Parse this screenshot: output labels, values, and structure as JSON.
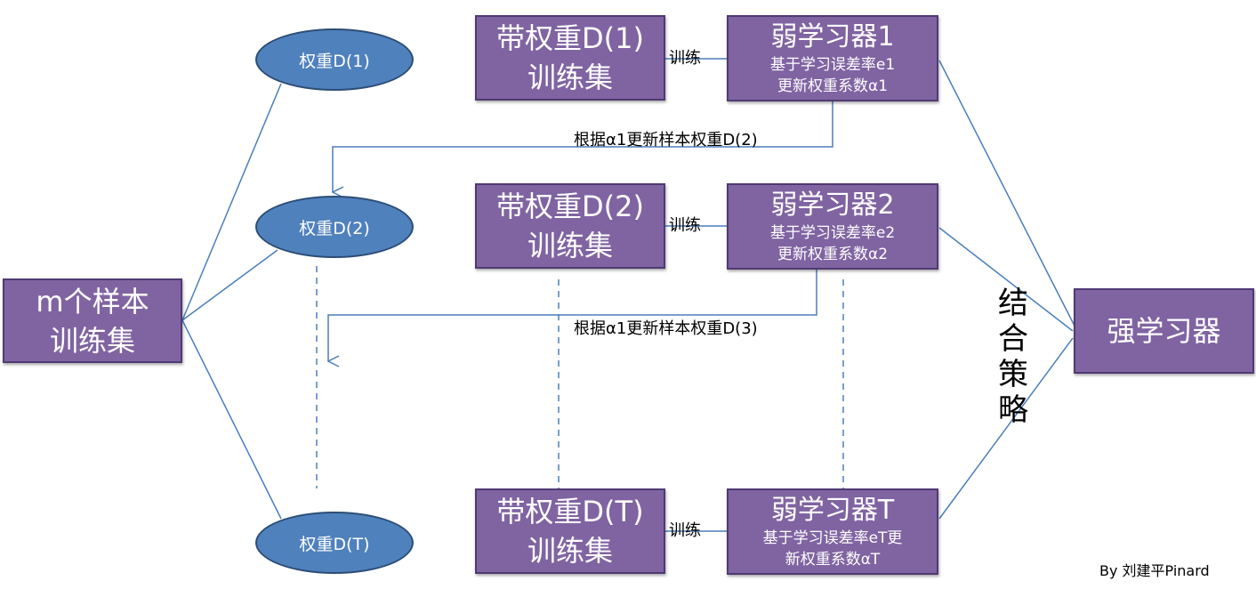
{
  "source": {
    "line1": "m个样本",
    "line2": "训练集"
  },
  "weights": [
    "权重D(1)",
    "权重D(2)",
    "权重D(T)"
  ],
  "train_sets": [
    {
      "line1": "带权重D(1)",
      "line2": "训练集"
    },
    {
      "line1": "带权重D(2)",
      "line2": "训练集"
    },
    {
      "line1": "带权重D(T)",
      "line2": "训练集"
    }
  ],
  "train_label": "训练",
  "learners": [
    {
      "title": "弱学习器1",
      "line1": "基于学习误差率e1",
      "line2": "更新权重系数α1"
    },
    {
      "title": "弱学习器2",
      "line1": "基于学习误差率e2",
      "line2": "更新权重系数α2"
    },
    {
      "title": "弱学习器T",
      "line1": "基于学习误差率eT更",
      "line2": "新权重系数αT"
    }
  ],
  "update_labels": [
    "根据α1更新样本权重D(2)",
    "根据α1更新样本权重D(3)"
  ],
  "combine_strategy": [
    "结",
    "合",
    "策",
    "略"
  ],
  "strong_learner": "强学习器",
  "author": "By 刘建平Pinard",
  "colors": {
    "box_fill": "#8064a2",
    "box_border": "#4f3a73",
    "ellipse_fill": "#4f81bd",
    "ellipse_border": "#2c4d75",
    "line": "#4a7ebb"
  }
}
